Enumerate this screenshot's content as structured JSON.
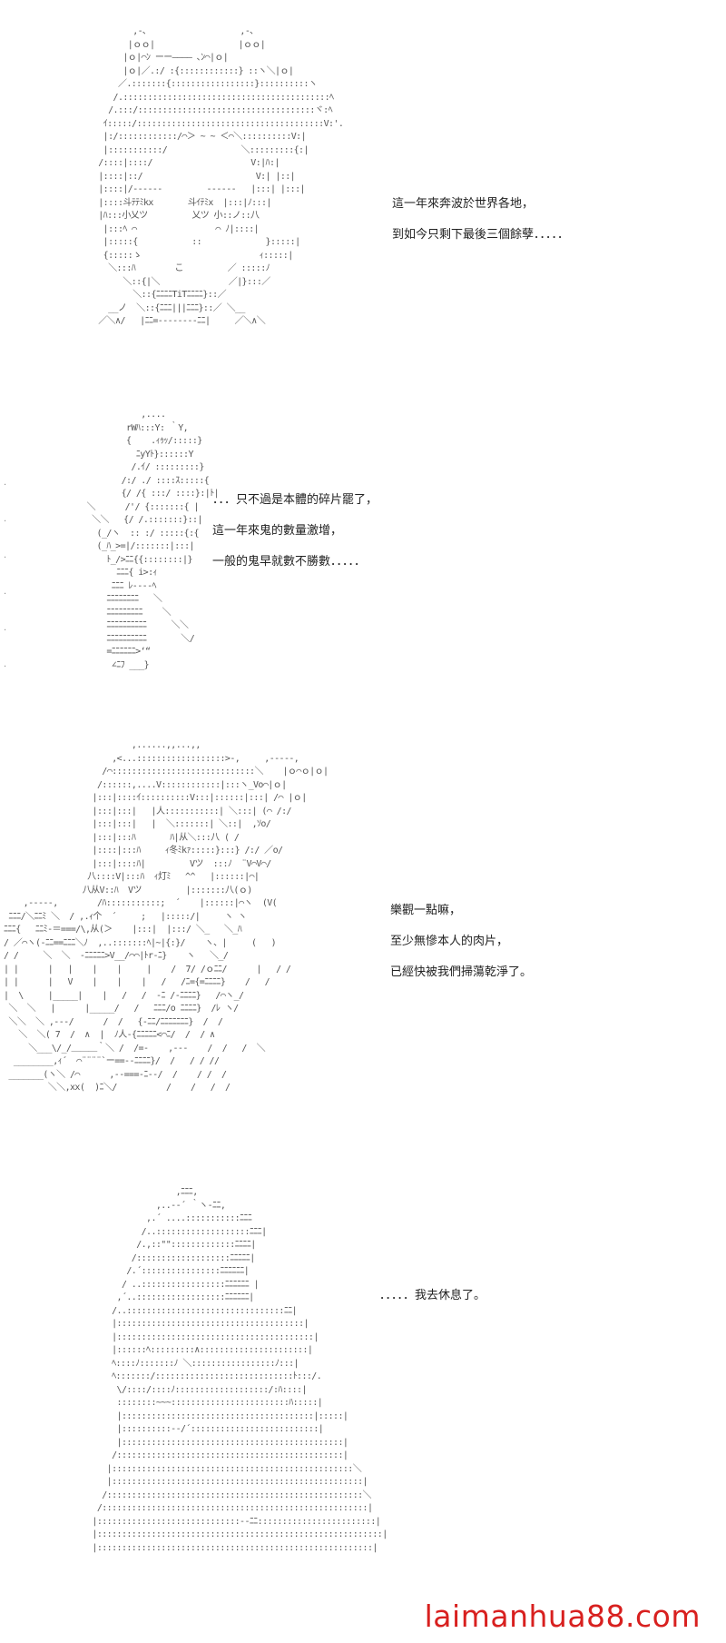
{
  "panels": [
    {
      "lines": [
        "這一年來奔波於世界各地，",
        "到如今只剩下最後三個餘孽．．．．．"
      ]
    },
    {
      "lines": [
        "．．．只不過是本體的碎片罷了，",
        "這一年來鬼的數量激增，",
        "一般的鬼早就數不勝數．．．．．"
      ]
    },
    {
      "lines": [
        "樂觀一點嘛，",
        "至少無慘本人的肉片，",
        "已經快被我們掃蕩乾淨了。"
      ]
    },
    {
      "lines": [
        "．．．．．我去休息了。"
      ]
    }
  ],
  "watermark": "laimanhua88.com",
  "colors": {
    "watermark": "#d8201f"
  }
}
